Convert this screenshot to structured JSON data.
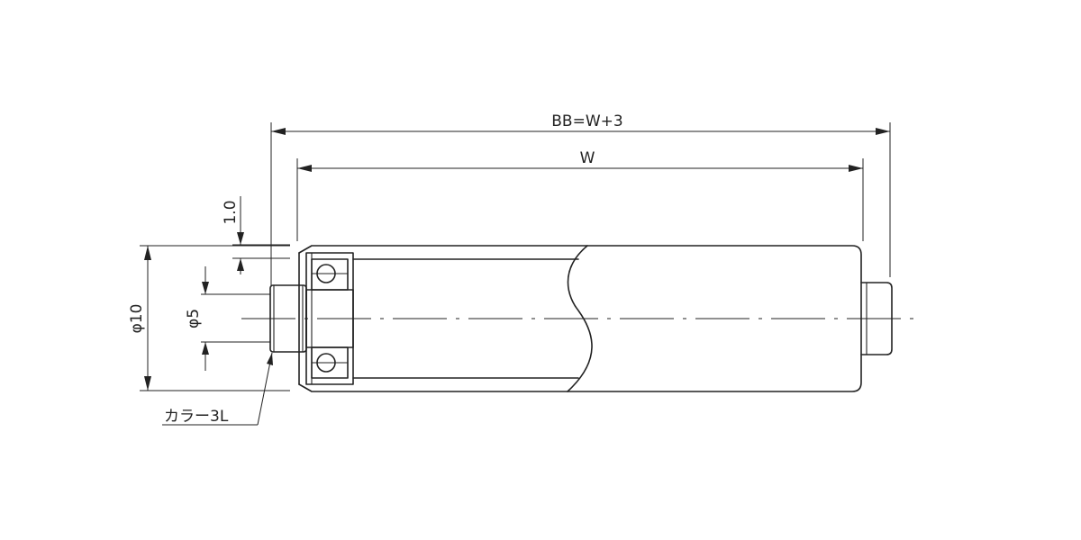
{
  "drawing": {
    "dimensions": {
      "overall_length": "BB=W+3",
      "face_width": "W",
      "bearing_offset": "1.0",
      "shaft_diameter": "φ5",
      "roller_diameter": "φ10"
    },
    "callouts": {
      "collar": "カラー3L"
    },
    "line_color": "#222222",
    "background_color": "#ffffff"
  }
}
